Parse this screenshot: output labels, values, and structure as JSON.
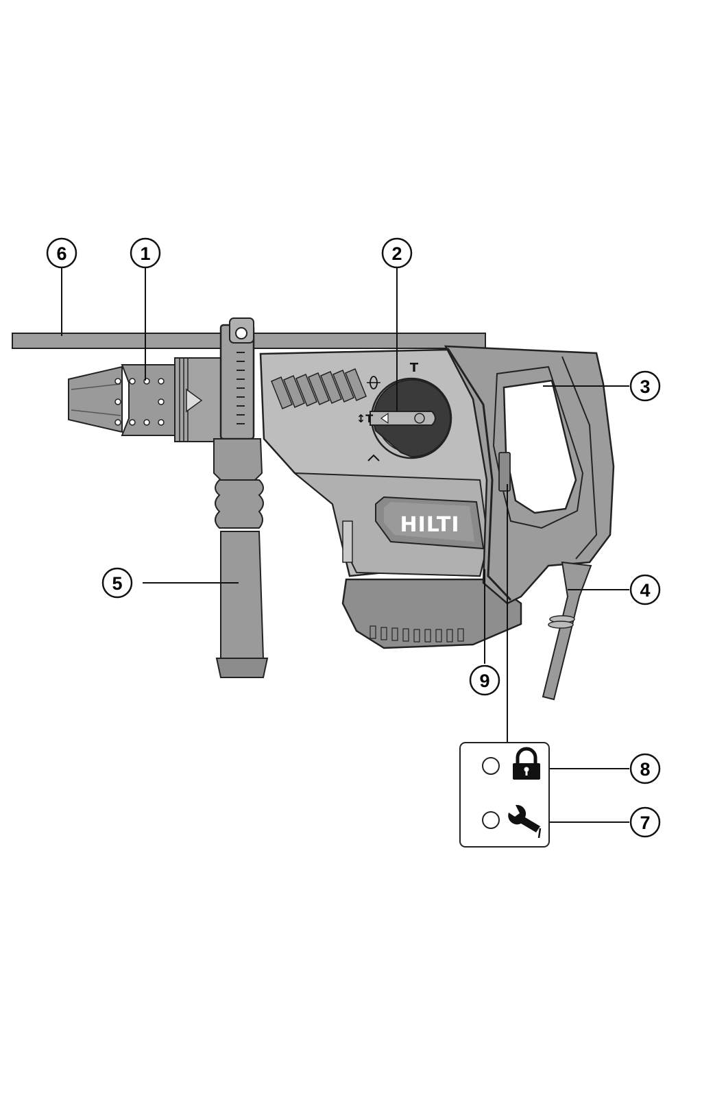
{
  "brand": "HILTI",
  "dial": {
    "top_symbol": "T",
    "left_symbol": "↕T"
  },
  "callouts": [
    {
      "id": "callout-6",
      "label": "6"
    },
    {
      "id": "callout-1",
      "label": "1"
    },
    {
      "id": "callout-2",
      "label": "2"
    },
    {
      "id": "callout-3",
      "label": "3"
    },
    {
      "id": "callout-4",
      "label": "4"
    },
    {
      "id": "callout-5",
      "label": "5"
    },
    {
      "id": "callout-9",
      "label": "9"
    },
    {
      "id": "callout-8",
      "label": "8"
    },
    {
      "id": "callout-7",
      "label": "7"
    }
  ],
  "indicator_panel": {
    "lock_icon": "padlock-icon",
    "service_icon": "wrench-icon"
  },
  "colors": {
    "body_light": "#bdbdbd",
    "body_mid": "#9a9a9a",
    "body_dark": "#7a7a7a",
    "outline": "#222222"
  }
}
